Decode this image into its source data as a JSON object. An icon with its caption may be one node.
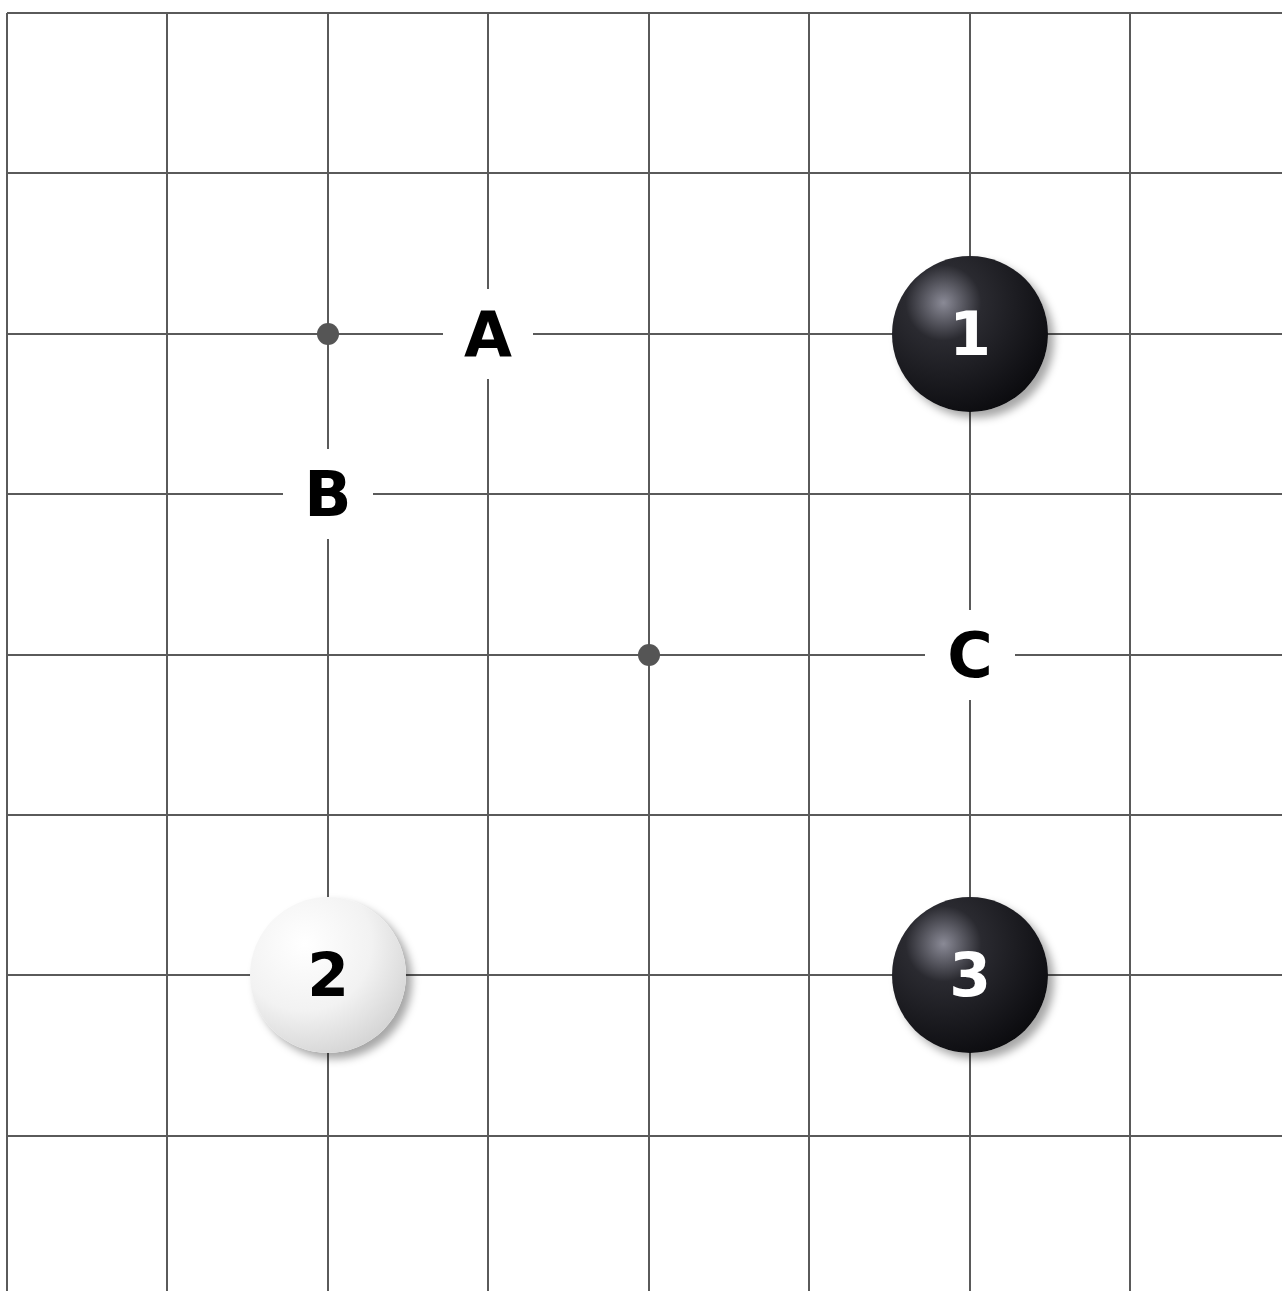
{
  "diagram": {
    "nodes": [
      {
        "text": [
          "1"
        ]
      },
      {
        "text": [
          "2"
        ]
      },
      {
        "text": [
          "3"
        ]
      }
    ],
    "labels": [
      "A",
      "B",
      "C"
    ]
  }
}
